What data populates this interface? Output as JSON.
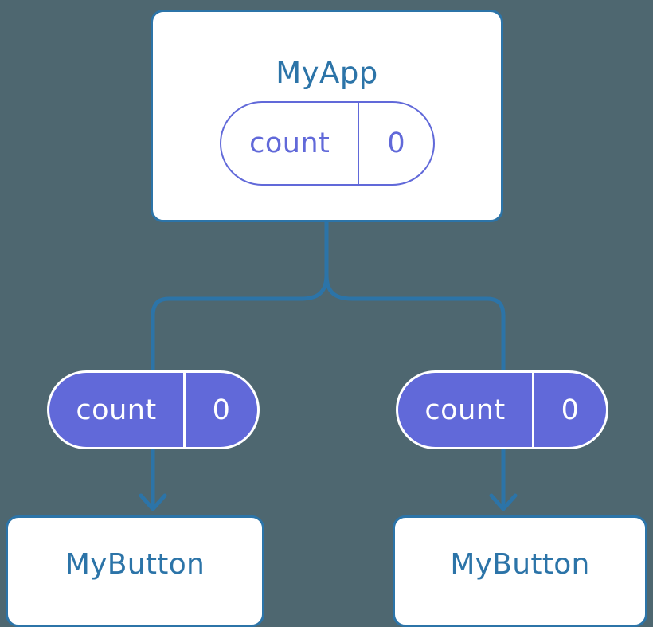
{
  "diagram": {
    "title": "React component state propagation tree",
    "type": "component-tree",
    "background_color": "#4e6770",
    "accent_blue": "#2c74a8",
    "accent_purple": "#6169d9",
    "card_fill": "#ffffff"
  },
  "root": {
    "name": "MyApp",
    "state": {
      "key": "count",
      "value": "0",
      "style": "hollow"
    }
  },
  "branches": [
    {
      "side": "left",
      "state": {
        "key": "count",
        "value": "0",
        "style": "filled"
      },
      "child": {
        "name": "MyButton"
      }
    },
    {
      "side": "right",
      "state": {
        "key": "count",
        "value": "0",
        "style": "filled"
      },
      "child": {
        "name": "MyButton"
      }
    }
  ],
  "connectors": {
    "trunk_label": "state-down-trunk",
    "split_label": "branch-split",
    "left_arrow_label": "left-prop-arrow",
    "right_arrow_label": "right-prop-arrow"
  }
}
